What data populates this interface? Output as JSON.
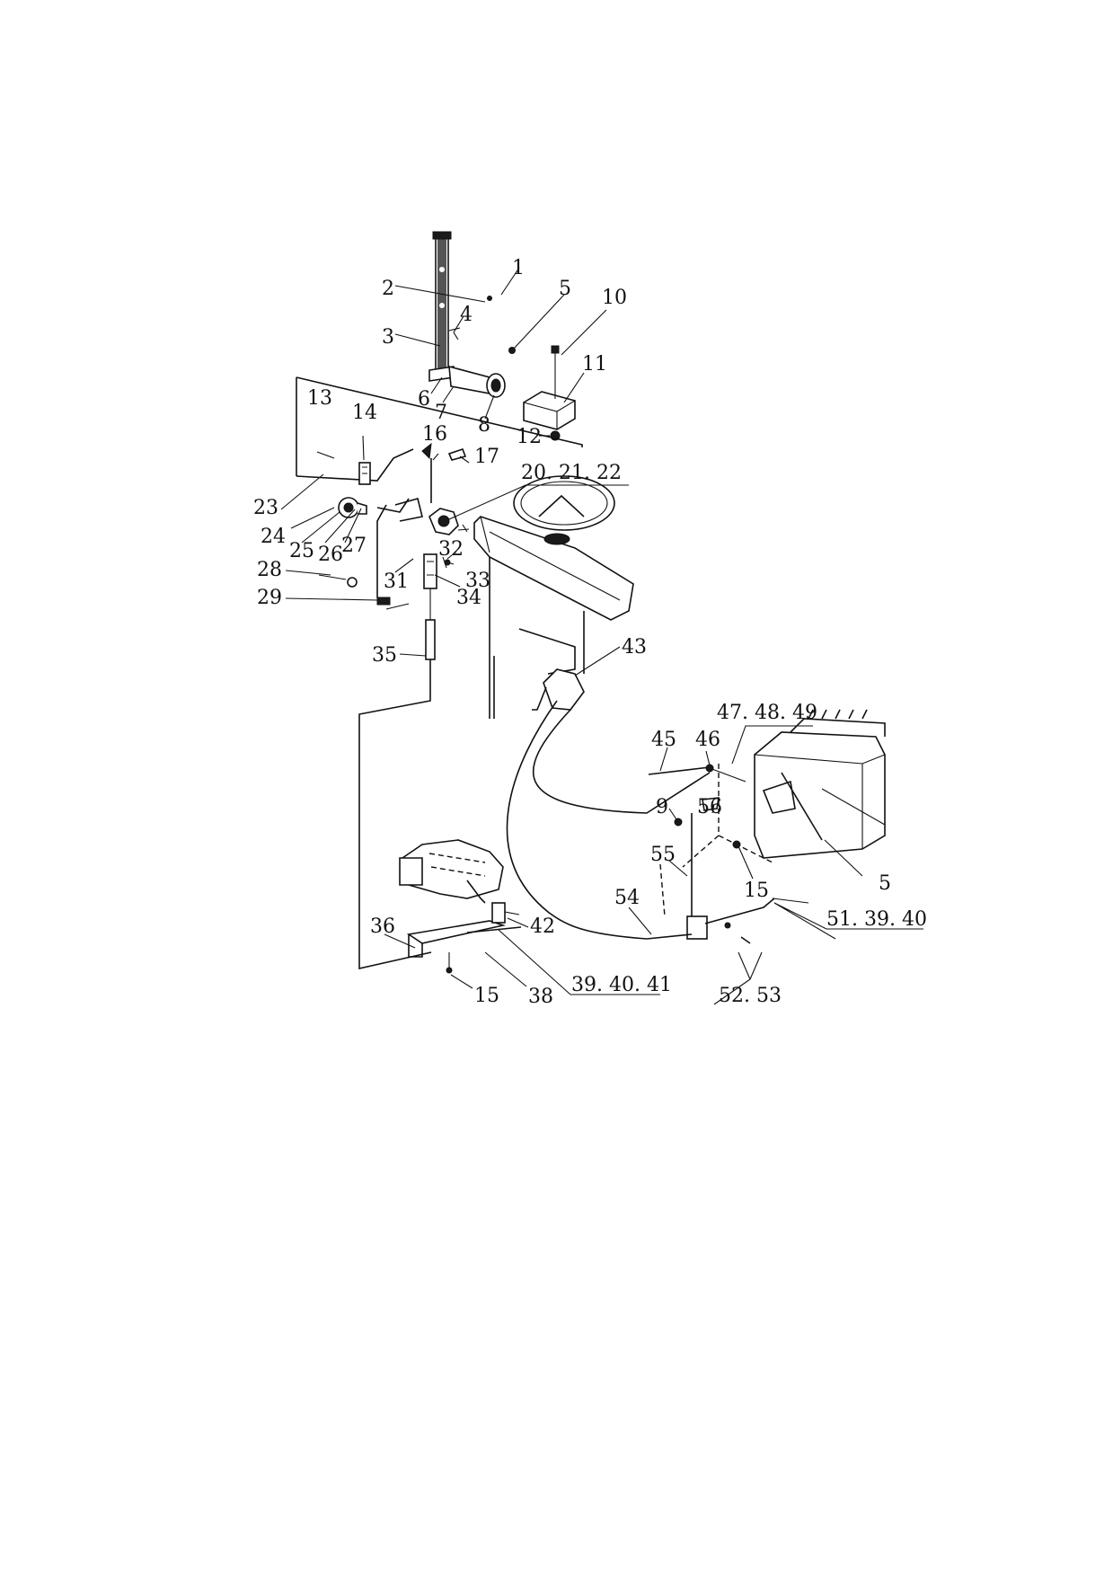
{
  "diagram": {
    "callouts": [
      {
        "id": "c1",
        "label": "1"
      },
      {
        "id": "c2",
        "label": "2"
      },
      {
        "id": "c3",
        "label": "3"
      },
      {
        "id": "c4",
        "label": "4"
      },
      {
        "id": "c5a",
        "label": "5"
      },
      {
        "id": "c6",
        "label": "6"
      },
      {
        "id": "c7",
        "label": "7"
      },
      {
        "id": "c8",
        "label": "8"
      },
      {
        "id": "c10",
        "label": "10"
      },
      {
        "id": "c11",
        "label": "11"
      },
      {
        "id": "c12",
        "label": "12"
      },
      {
        "id": "c13",
        "label": "13"
      },
      {
        "id": "c14",
        "label": "14"
      },
      {
        "id": "c16",
        "label": "16"
      },
      {
        "id": "c17",
        "label": "17"
      },
      {
        "id": "c20",
        "label": "20. 21. 22"
      },
      {
        "id": "c23",
        "label": "23"
      },
      {
        "id": "c24",
        "label": "24"
      },
      {
        "id": "c25",
        "label": "25"
      },
      {
        "id": "c26",
        "label": "26"
      },
      {
        "id": "c27",
        "label": "27"
      },
      {
        "id": "c28",
        "label": "28"
      },
      {
        "id": "c29",
        "label": "29"
      },
      {
        "id": "c31",
        "label": "31"
      },
      {
        "id": "c32",
        "label": "32"
      },
      {
        "id": "c33",
        "label": "33"
      },
      {
        "id": "c34",
        "label": "34"
      },
      {
        "id": "c35",
        "label": "35"
      },
      {
        "id": "c43",
        "label": "43"
      },
      {
        "id": "c47",
        "label": "47. 48. 49"
      },
      {
        "id": "c45",
        "label": "45"
      },
      {
        "id": "c46",
        "label": "46"
      },
      {
        "id": "c9",
        "label": "9"
      },
      {
        "id": "c56",
        "label": "56"
      },
      {
        "id": "c55",
        "label": "55"
      },
      {
        "id": "c5b",
        "label": "5"
      },
      {
        "id": "c15a",
        "label": "15"
      },
      {
        "id": "c51",
        "label": "51. 39. 40"
      },
      {
        "id": "c54",
        "label": "54"
      },
      {
        "id": "c42",
        "label": "42"
      },
      {
        "id": "c36",
        "label": "36"
      },
      {
        "id": "c39",
        "label": "39. 40. 41"
      },
      {
        "id": "c38",
        "label": "38"
      },
      {
        "id": "c15b",
        "label": "15"
      },
      {
        "id": "c52",
        "label": "52. 53"
      }
    ]
  }
}
